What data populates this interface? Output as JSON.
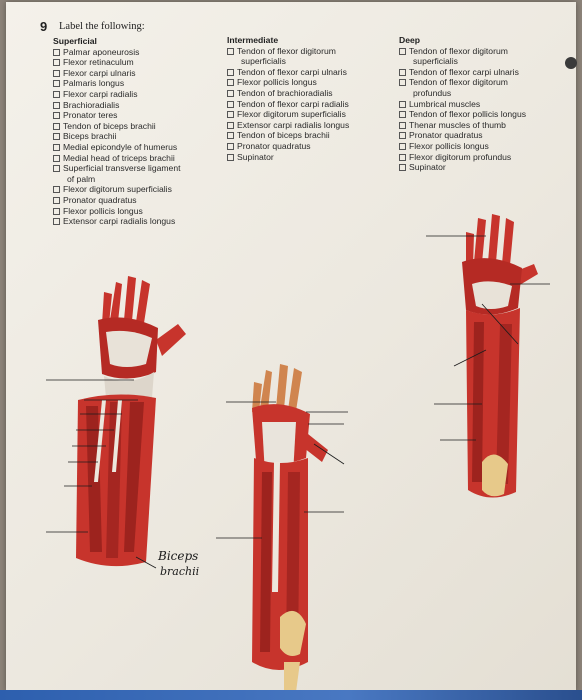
{
  "question": {
    "number": "9",
    "title": "Label the following:"
  },
  "columns": {
    "superficial": {
      "heading": "Superficial",
      "items": [
        {
          "label": "Palmar aponeurosis"
        },
        {
          "label": "Flexor retinaculum"
        },
        {
          "label": "Flexor carpi ulnaris"
        },
        {
          "label": "Palmaris longus"
        },
        {
          "label": "Flexor carpi radialis"
        },
        {
          "label": "Brachioradialis"
        },
        {
          "label": "Pronator teres"
        },
        {
          "label": "Tendon of biceps brachii"
        },
        {
          "label": "Biceps brachii"
        },
        {
          "label": "Medial epicondyle of humerus"
        },
        {
          "label": "Medial head of triceps brachii"
        },
        {
          "label": "Superficial transverse ligament",
          "continued": "of palm"
        },
        {
          "label": "Flexor digitorum superficialis"
        },
        {
          "label": "Pronator quadratus"
        },
        {
          "label": "Flexor pollicis longus"
        },
        {
          "label": "Extensor carpi radialis longus"
        }
      ]
    },
    "intermediate": {
      "heading": "Intermediate",
      "items": [
        {
          "label": "Tendon of flexor digitorum",
          "continued": "superficialis"
        },
        {
          "label": "Tendon of flexor carpi ulnaris"
        },
        {
          "label": "Flexor pollicis longus"
        },
        {
          "label": "Tendon of brachioradialis"
        },
        {
          "label": "Tendon of flexor carpi radialis"
        },
        {
          "label": "Flexor digitorum superficialis"
        },
        {
          "label": "Extensor carpi radialis longus"
        },
        {
          "label": "Tendon of biceps brachii"
        },
        {
          "label": "Pronator quadratus"
        },
        {
          "label": "Supinator"
        }
      ]
    },
    "deep": {
      "heading": "Deep",
      "items": [
        {
          "label": "Tendon of flexor digitorum",
          "continued": "superficialis"
        },
        {
          "label": "Tendon of flexor carpi ulnaris"
        },
        {
          "label": "Tendon of flexor digitorum",
          "continued": "profundus"
        },
        {
          "label": "Lumbrical muscles"
        },
        {
          "label": "Tendon of flexor pollicis longus"
        },
        {
          "label": "Thenar muscles of thumb"
        },
        {
          "label": "Pronator quadratus"
        },
        {
          "label": "Flexor pollicis longus"
        },
        {
          "label": "Flexor digitorum profundus"
        },
        {
          "label": "Supinator"
        }
      ]
    }
  },
  "handwritten_note": {
    "line1": "Biceps",
    "line2": "brachii"
  },
  "colors": {
    "muscle": "#c7342c",
    "muscle_dark": "#8e1f1b",
    "tendon": "#e9e4dc",
    "bone": "#e7c98a",
    "paper": "#f1ede5"
  }
}
